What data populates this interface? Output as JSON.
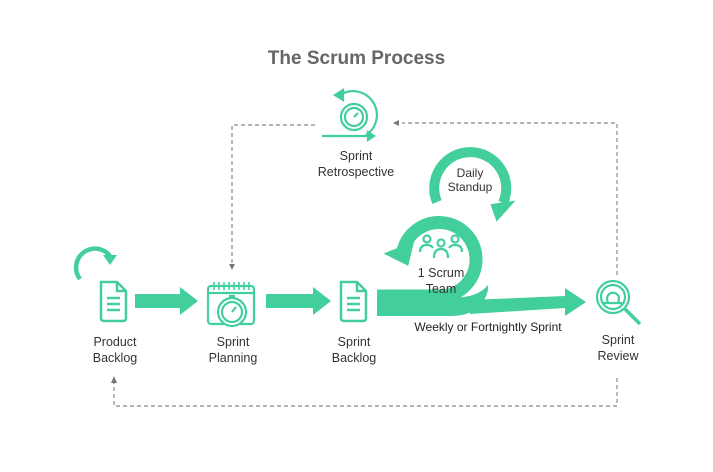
{
  "title": "The Scrum Process",
  "colors": {
    "accent": "#43CF9C",
    "text": "#333333",
    "title": "#666666",
    "dashed": "#888888"
  },
  "nodes": {
    "product_backlog": {
      "line1": "Product",
      "line2": "Backlog",
      "icon": "document-icon"
    },
    "sprint_planning": {
      "line1": "Sprint",
      "line2": "Planning",
      "icon": "calendar-stopwatch-icon"
    },
    "sprint_backlog": {
      "line1": "Sprint",
      "line2": "Backlog",
      "icon": "document-icon"
    },
    "scrum_team": {
      "line1": "1 Scrum",
      "line2": "Team",
      "icon": "team-icon"
    },
    "daily_standup": {
      "line1": "Daily",
      "line2": "Standup"
    },
    "sprint_review": {
      "line1": "Sprint",
      "line2": "Review",
      "icon": "magnifier-cycle-icon"
    },
    "sprint_retrospective": {
      "line1": "Sprint",
      "line2": "Retrospective",
      "icon": "stopwatch-cycle-icon"
    }
  },
  "sprint_label": "Weekly or Fortnightly Sprint"
}
